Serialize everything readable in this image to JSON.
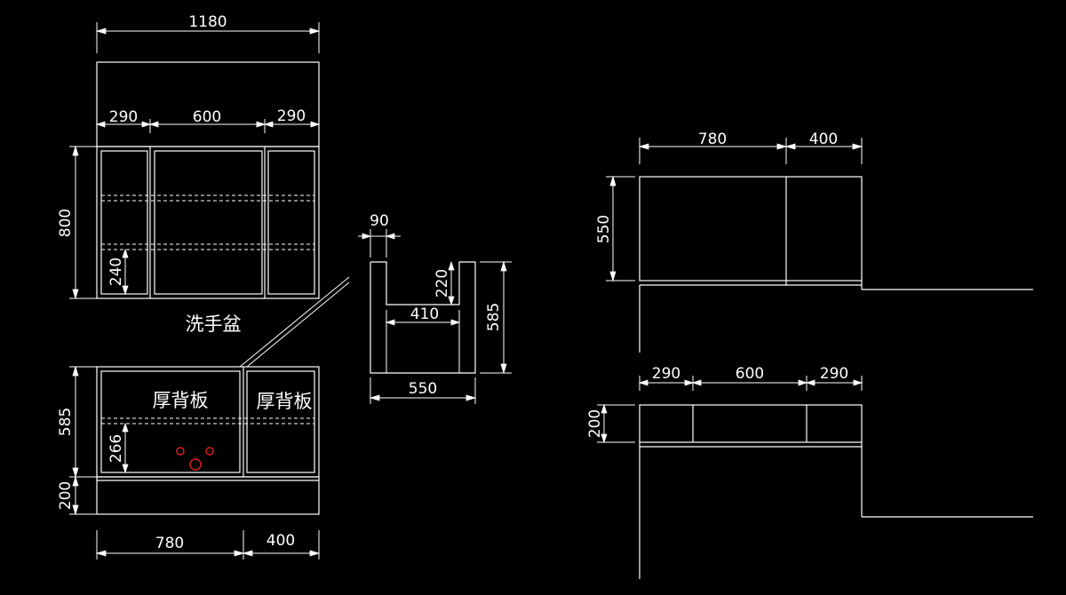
{
  "colors": {
    "background": "#000000",
    "lines": "#ffffff",
    "fixtures": "#e02020"
  },
  "dims": {
    "d1180": "1180",
    "d290a": "290",
    "d600a": "600",
    "d290b": "290",
    "d800": "800",
    "d240": "240",
    "d585a": "585",
    "d266": "266",
    "d200a": "200",
    "d780a": "780",
    "d400a": "400",
    "d90": "90",
    "d220": "220",
    "d410": "410",
    "d585b": "585",
    "d550a": "550",
    "d780b": "780",
    "d400b": "400",
    "d550b": "550",
    "d290c": "290",
    "d600b": "600",
    "d290d": "290",
    "d200b": "200"
  },
  "labels": {
    "sink": "洗手盆",
    "back_panel_1": "厚背板",
    "back_panel_2": "厚背板"
  }
}
